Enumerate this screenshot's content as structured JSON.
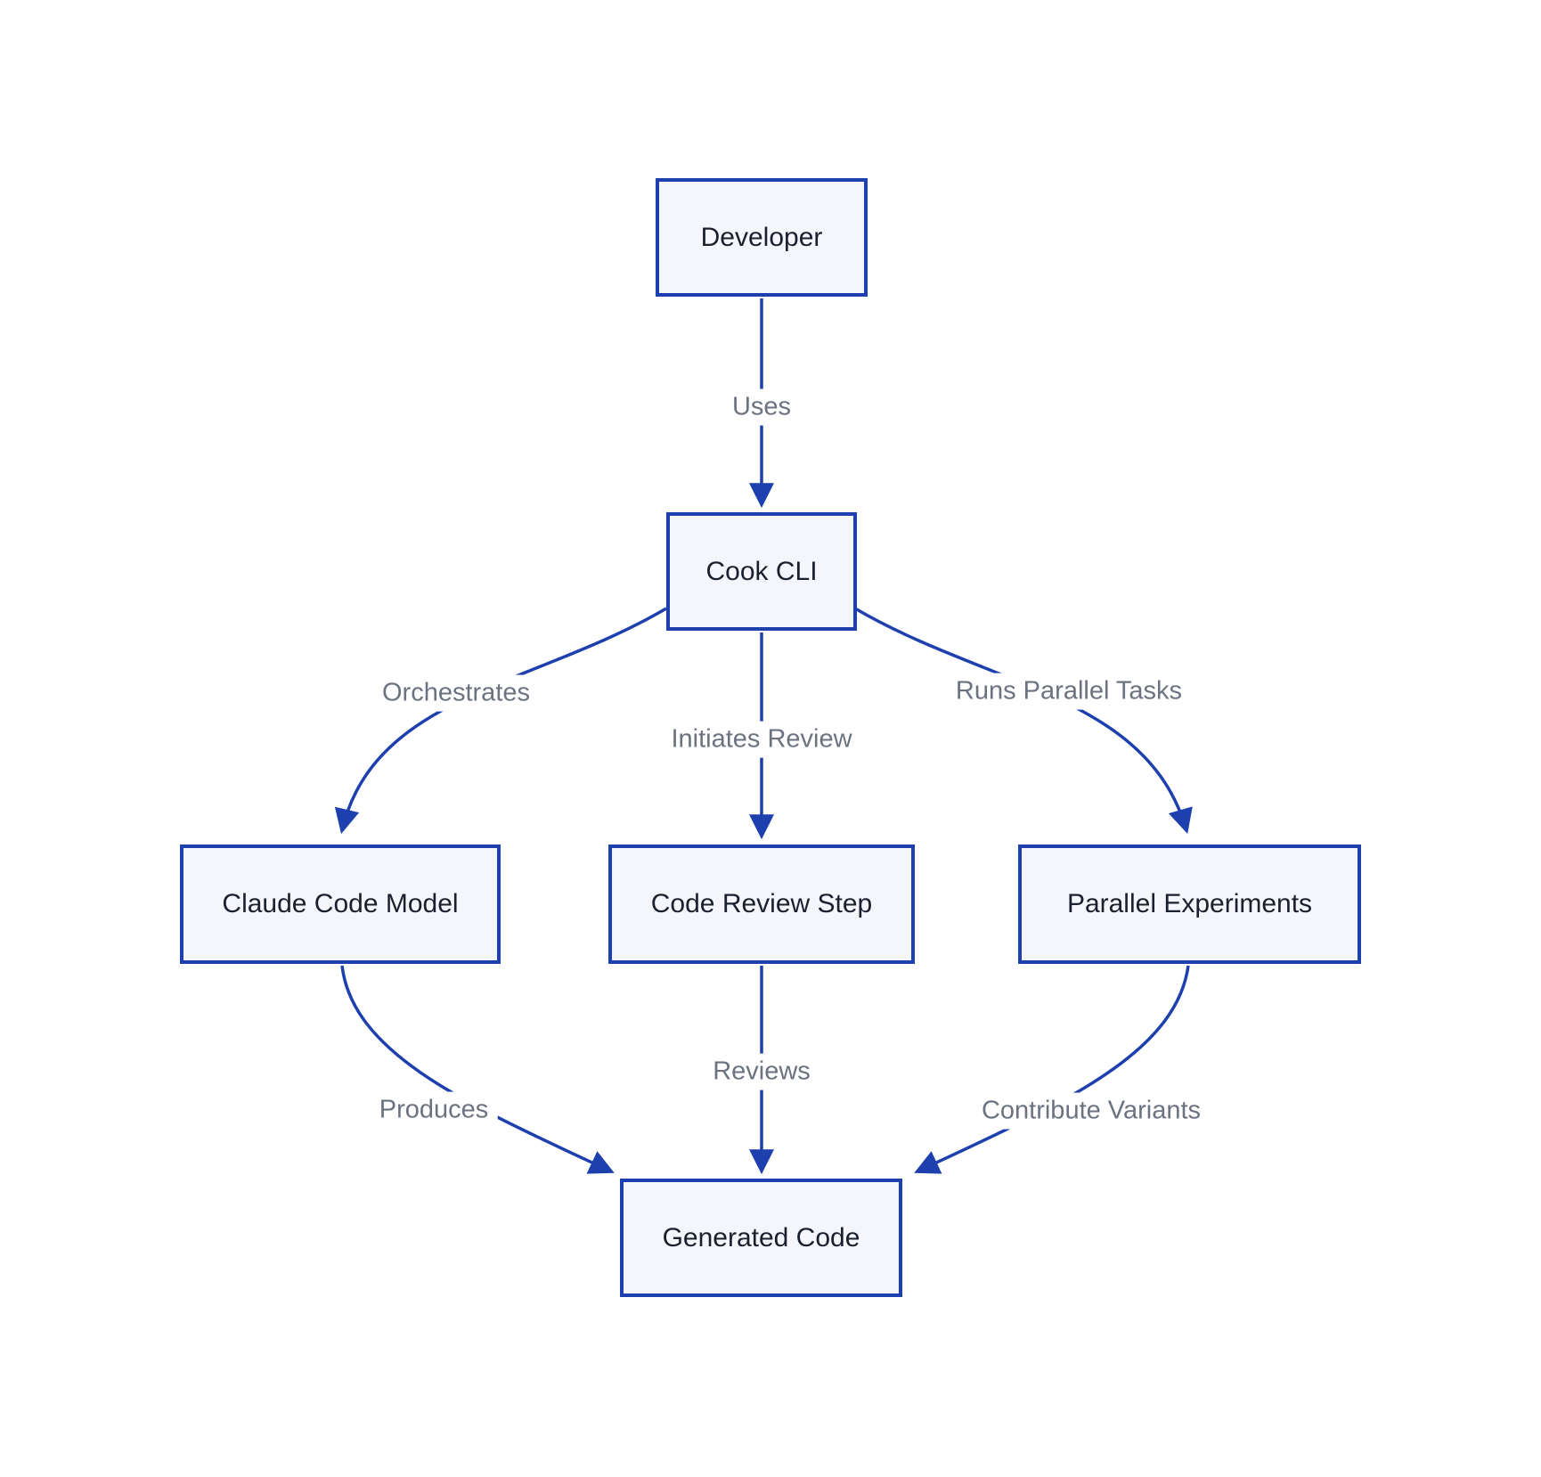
{
  "diagram": {
    "type": "flowchart",
    "background": "#ffffff",
    "colors": {
      "node_fill": "#f4f6fb",
      "node_border": "#1e40af",
      "node_text": "#1a202e",
      "edge_line": "#1e40af",
      "edge_label_text": "#6b7280"
    },
    "nodes": {
      "developer": {
        "label": "Developer"
      },
      "cook_cli": {
        "label": "Cook CLI"
      },
      "claude_code_model": {
        "label": "Claude Code Model"
      },
      "code_review_step": {
        "label": "Code Review Step"
      },
      "parallel_experiments": {
        "label": "Parallel Experiments"
      },
      "generated_code": {
        "label": "Generated Code"
      }
    },
    "edges": {
      "uses": {
        "from": "Developer",
        "to": "Cook CLI",
        "label": "Uses"
      },
      "orchestrates": {
        "from": "Cook CLI",
        "to": "Claude Code Model",
        "label": "Orchestrates"
      },
      "initiates_review": {
        "from": "Cook CLI",
        "to": "Code Review Step",
        "label": "Initiates Review"
      },
      "runs_parallel_tasks": {
        "from": "Cook CLI",
        "to": "Parallel Experiments",
        "label": "Runs Parallel Tasks"
      },
      "produces": {
        "from": "Claude Code Model",
        "to": "Generated Code",
        "label": "Produces"
      },
      "reviews": {
        "from": "Code Review Step",
        "to": "Generated Code",
        "label": "Reviews"
      },
      "contribute_variants": {
        "from": "Parallel Experiments",
        "to": "Generated Code",
        "label": "Contribute Variants"
      }
    }
  }
}
